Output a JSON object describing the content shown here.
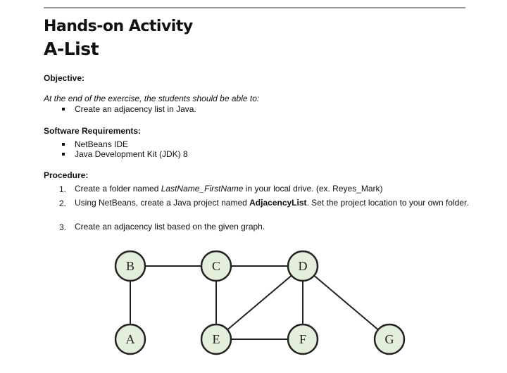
{
  "header": {
    "title": "Hands-on Activity",
    "subtitle": "A-List"
  },
  "objective": {
    "heading": "Objective:",
    "intro": "At the end of the exercise, the students should be able to:",
    "items": [
      "Create an adjacency list in Java."
    ]
  },
  "software": {
    "heading": "Software Requirements:",
    "items": [
      "NetBeans IDE",
      "Java Development Kit (JDK) 8"
    ]
  },
  "procedure": {
    "heading": "Procedure:",
    "steps": [
      {
        "num": "1.",
        "pre": "Create a folder named ",
        "em": "LastName_FirstName",
        "post": " in your local drive. (ex. Reyes_Mark)"
      },
      {
        "num": "2.",
        "pre": "Using NetBeans, create a Java project named ",
        "strong": "AdjacencyList",
        "post": ". Set the project location to your own folder."
      },
      {
        "num": "3.",
        "text": "Create an adjacency list based on the given graph."
      }
    ]
  },
  "graph": {
    "node_fill": "#e3eedb",
    "stroke": "#222222",
    "nodes": [
      "A",
      "B",
      "C",
      "D",
      "E",
      "F",
      "G"
    ],
    "edges": [
      [
        "B",
        "C"
      ],
      [
        "C",
        "D"
      ],
      [
        "B",
        "A"
      ],
      [
        "C",
        "E"
      ],
      [
        "D",
        "E"
      ],
      [
        "D",
        "F"
      ],
      [
        "D",
        "G"
      ],
      [
        "E",
        "F"
      ]
    ]
  }
}
